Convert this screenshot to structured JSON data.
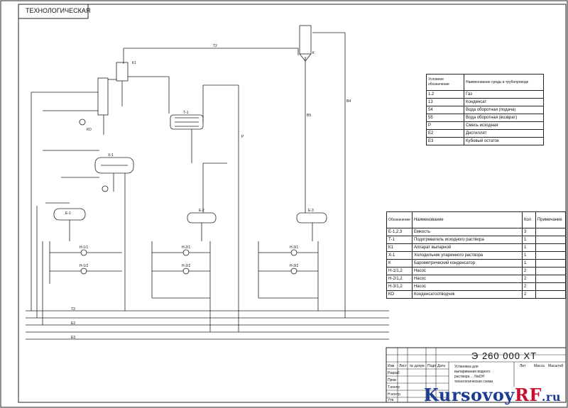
{
  "sheet_label": "ТЕХНОЛОГИЧЕСКАЯ",
  "legend_table": {
    "headers": [
      "Условное обозначение",
      "Наименование среды в трубопроводе"
    ],
    "rows": [
      {
        "code": "1.2",
        "name": "Газ"
      },
      {
        "code": "13",
        "name": "Конденсат"
      },
      {
        "code": "54",
        "name": "Вода оборотная (подача)"
      },
      {
        "code": "55",
        "name": "Вода оборотная (возврат)"
      },
      {
        "code": "Р",
        "name": "Смесь исходная"
      },
      {
        "code": "Е2",
        "name": "Дистиллят"
      },
      {
        "code": "Е3",
        "name": "Кубовый остаток"
      }
    ]
  },
  "equipment_table": {
    "headers": [
      "Обозначение",
      "Наименование",
      "Кол",
      "Примечание"
    ],
    "rows": [
      {
        "pos": "Е-1,2,3",
        "name": "Емкость",
        "qty": "3",
        "note": ""
      },
      {
        "pos": "Т-1",
        "name": "Подогреватель исходного раствора",
        "qty": "1",
        "note": ""
      },
      {
        "pos": "К1",
        "name": "Аппарат выпарной",
        "qty": "1",
        "note": ""
      },
      {
        "pos": "Х-1",
        "name": "Холодильник упаренного раствора",
        "qty": "1",
        "note": ""
      },
      {
        "pos": "К",
        "name": "Барометрический конденсатор",
        "qty": "1",
        "note": ""
      },
      {
        "pos": "Н-1/1,2",
        "name": "Насос",
        "qty": "2",
        "note": ""
      },
      {
        "pos": "Н-2/1,2",
        "name": "Насос",
        "qty": "2",
        "note": ""
      },
      {
        "pos": "Н-3/1,2",
        "name": "Насос",
        "qty": "2",
        "note": ""
      },
      {
        "pos": "КО",
        "name": "Конденсатоотводчик",
        "qty": "2",
        "note": ""
      }
    ]
  },
  "stamp": {
    "code": "Э 260 000 ХТ",
    "title_lines": [
      "Установка для",
      "выпаривания водного",
      "раствора ... NaOH",
      "технологическая схема"
    ],
    "columns": [
      "Изм",
      "Лист",
      "№ докум",
      "Подп",
      "Дата"
    ],
    "roles": [
      "Разраб",
      "Пров",
      "Т.контр",
      "Н.контр",
      "Утв"
    ],
    "sheet_cols": [
      "Лит",
      "Масса",
      "Масштаб"
    ]
  },
  "line_labels": {
    "gas": "Т2",
    "condensate": "Т3",
    "water_in": "В4",
    "water_out": "В5",
    "mixture": "Р",
    "distillate": "Е2",
    "bottoms": "Е3"
  },
  "equipment_tags": {
    "evaporator": "К1",
    "heater": "Т-1",
    "cooler": "Х-1",
    "condenser": "К",
    "tank1": "Е-1",
    "tank2": "Е-2",
    "tank3": "Е-3",
    "pump1a": "Н-1/1",
    "pump1b": "Н-1/2",
    "pump2a": "Н-2/1",
    "pump2b": "Н-2/2",
    "pump3a": "Н-3/1",
    "pump3b": "Н-3/2",
    "trap": "КО"
  },
  "watermark": {
    "part1": "Kursovoy",
    "part2": "RF",
    "part3": ".ru"
  }
}
